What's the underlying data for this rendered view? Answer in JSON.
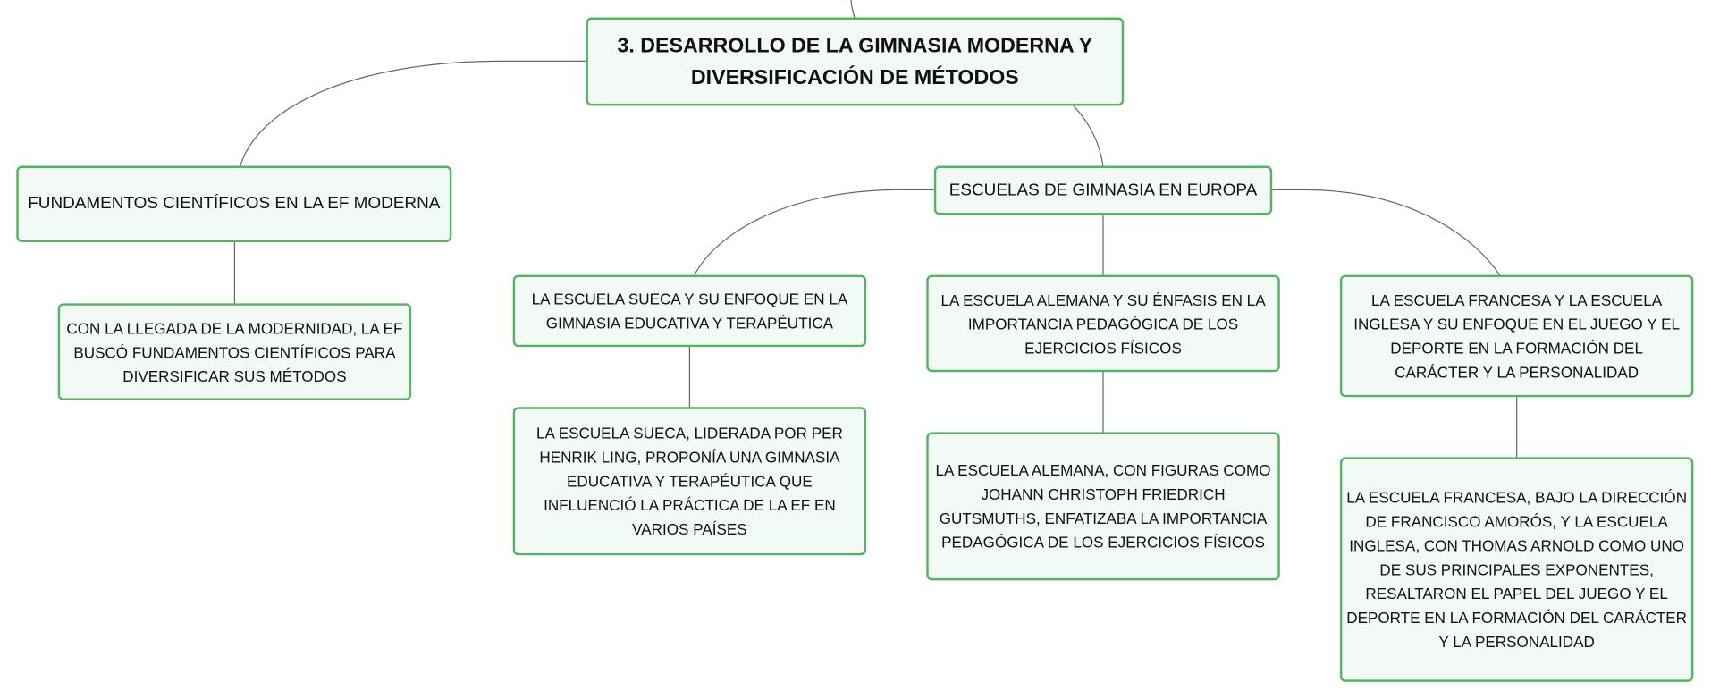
{
  "diagram": {
    "root": {
      "label": "3. DESARROLLO DE LA GIMNASIA MODERNA Y DIVERSIFICACIÓN DE MÉTODOS"
    },
    "fundamentos": {
      "label": "FUNDAMENTOS CIENTÍFICOS EN LA EF MODERNA",
      "detail": "CON LA LLEGADA DE LA MODERNIDAD, LA EF BUSCÓ FUNDAMENTOS CIENTÍFICOS PARA DIVERSIFICAR SUS MÉTODOS"
    },
    "escuelas": {
      "label": "ESCUELAS DE GIMNASIA EN EUROPA",
      "sueca": {
        "label": "LA ESCUELA SUECA Y SU ENFOQUE EN LA GIMNASIA EDUCATIVA Y TERAPÉUTICA",
        "detail": "LA ESCUELA SUECA, LIDERADA POR PER HENRIK LING, PROPONÍA UNA GIMNASIA EDUCATIVA Y TERAPÉUTICA QUE INFLUENCIÓ LA PRÁCTICA DE LA EF EN VARIOS PAÍSES"
      },
      "alemana": {
        "label": "LA ESCUELA ALEMANA Y SU ÉNFASIS EN LA IMPORTANCIA PEDAGÓGICA DE LOS EJERCICIOS FÍSICOS",
        "detail": "LA ESCUELA ALEMANA, CON FIGURAS COMO JOHANN CHRISTOPH FRIEDRICH GUTSMUTHS, ENFATIZABA LA IMPORTANCIA PEDAGÓGICA DE LOS EJERCICIOS FÍSICOS"
      },
      "francesa": {
        "label": "LA ESCUELA FRANCESA Y LA ESCUELA INGLESA Y SU ENFOQUE EN EL JUEGO Y EL DEPORTE EN LA FORMACIÓN DEL CARÁCTER Y LA PERSONALIDAD",
        "detail": "LA ESCUELA FRANCESA, BAJO LA DIRECCIÓN DE FRANCISCO AMORÓS, Y LA ESCUELA INGLESA, CON THOMAS ARNOLD COMO UNO DE SUS PRINCIPALES EXPONENTES, RESALTARON EL PAPEL DEL JUEGO Y EL DEPORTE EN LA FORMACIÓN DEL CARÁCTER Y LA PERSONALIDAD"
      }
    },
    "colors": {
      "node_border": "#55b462",
      "node_fill": "#f3f9f4",
      "connector": "#666666",
      "text": "#111111"
    }
  }
}
